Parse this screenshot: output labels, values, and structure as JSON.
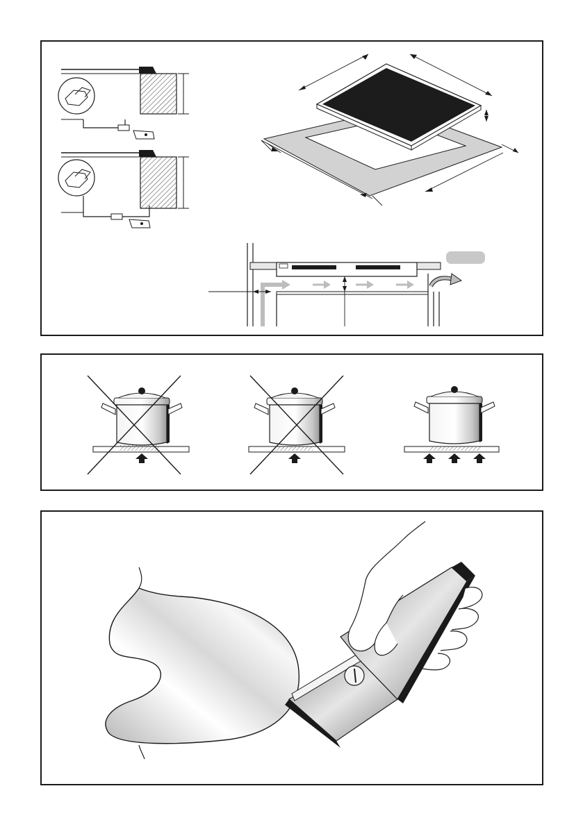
{
  "page": {
    "panels": [
      {
        "id": "installation"
      },
      {
        "id": "cookware"
      },
      {
        "id": "cleaning"
      }
    ]
  },
  "colors": {
    "line": "#1a1a1a",
    "hatch": "#555555",
    "glass": "#1c1c1c",
    "cutout_frame": "#d2d2d2",
    "airflow_arrow": "#bdbdbd",
    "steel_light": "#f4f4f4",
    "steel_dark": "#9a9a9a"
  },
  "icons": {
    "fixing_detail": "magnifier-detail-icon",
    "cross_out": "cross-out-icon",
    "heat_arrow": "heat-arrow-icon",
    "airflow_arrow": "airflow-arrow-icon"
  },
  "cookware_examples": [
    {
      "id": "pan-convex-base",
      "correct": false
    },
    {
      "id": "pan-concave-base",
      "correct": false
    },
    {
      "id": "pan-flat-base",
      "correct": true
    }
  ]
}
